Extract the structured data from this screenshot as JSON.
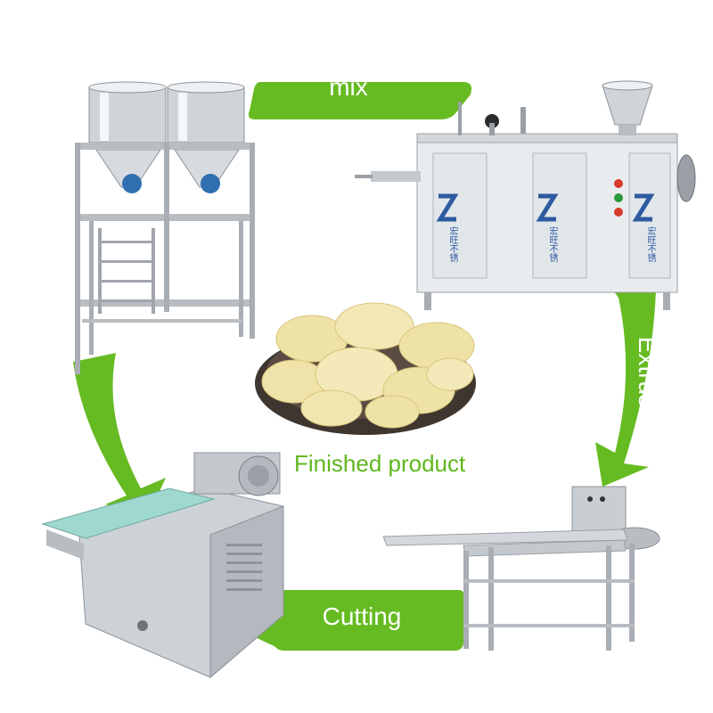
{
  "steps": {
    "mix": "mix",
    "extrusion": "Extrusion",
    "cutting": "Cutting"
  },
  "center": {
    "finished_product": "Finished product"
  },
  "machine_branding": "宏旺不锈",
  "colors": {
    "arrow_green": "#66bb22",
    "finished_text": "#5fb81e",
    "steel_light": "#e4e7ea",
    "steel_dark": "#9aa0a6",
    "chip_yellow": "#efe2a6",
    "bowl_dark": "#4a3f38",
    "belt_teal": "#9fd8cf",
    "brand_blue": "#2d5aa0"
  },
  "icons": [
    "mixing-tanks-machine",
    "extrusion-machine",
    "conveyor-cooling-rack",
    "cutting-machine",
    "chips-bowl",
    "cycle-arrow"
  ]
}
